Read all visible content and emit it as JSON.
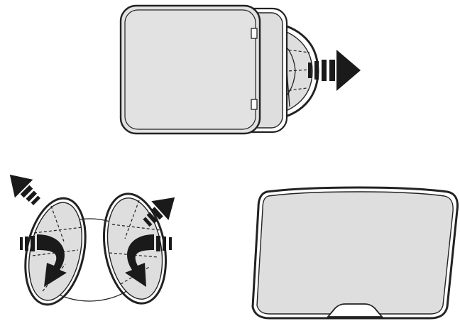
{
  "figure": {
    "panels": [
      {
        "name": "shade-removed-from-pouch",
        "icon": "pouch-extract-icon",
        "arrow": "right"
      },
      {
        "name": "shade-unfolding",
        "icon": "twist-unfold-icon",
        "arrows": [
          "up-left",
          "up-right",
          "curl-left",
          "curl-right"
        ]
      },
      {
        "name": "shade-open",
        "icon": "sunshade-open-icon"
      }
    ],
    "colors": {
      "line": "#222222",
      "fill": "#dedede",
      "arrow": "#1a1a1a",
      "background": "#ffffff"
    }
  }
}
